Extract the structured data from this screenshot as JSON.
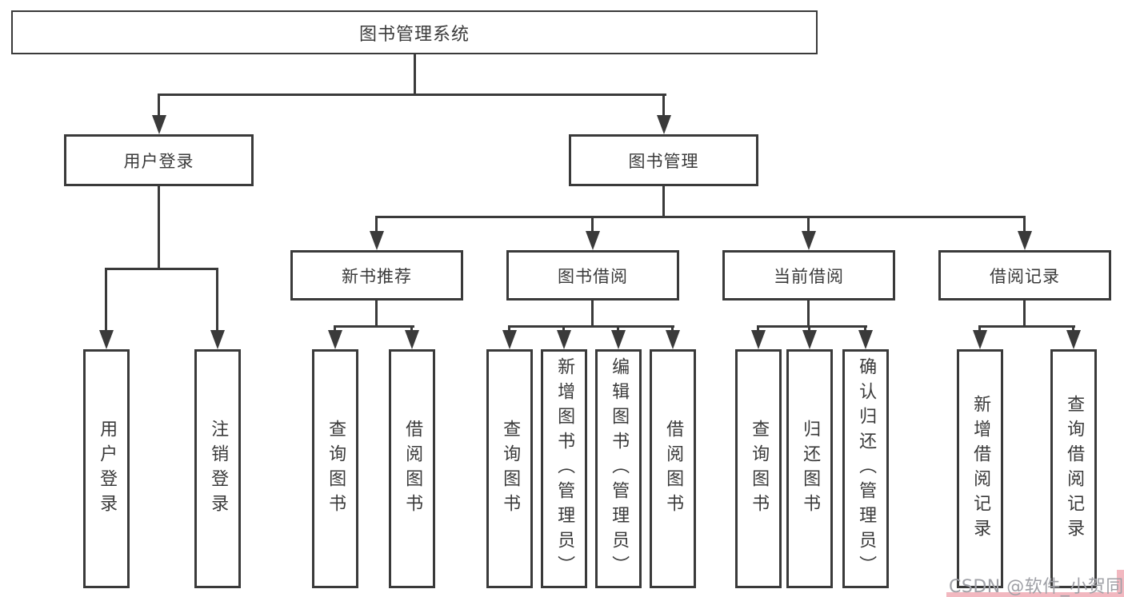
{
  "colors": {
    "line": "#3a3a3a",
    "box_border": "#3a3a3a",
    "text": "#3a3a3a",
    "background": "#ffffff",
    "watermark_text": "#9fa0a6",
    "watermark_pink": "#f2b8c0"
  },
  "tree": {
    "root": {
      "label": "图书管理系统",
      "children": [
        {
          "label": "用户登录",
          "children": [
            {
              "label": "用户登录"
            },
            {
              "label": "注销登录"
            }
          ]
        },
        {
          "label": "图书管理",
          "children": [
            {
              "label": "新书推荐",
              "children": [
                {
                  "label": "查询图书"
                },
                {
                  "label": "借阅图书"
                }
              ]
            },
            {
              "label": "图书借阅",
              "children": [
                {
                  "label": "查询图书"
                },
                {
                  "label": "新增图书（管理员）"
                },
                {
                  "label": "编辑图书（管理员）"
                },
                {
                  "label": "借阅图书"
                }
              ]
            },
            {
              "label": "当前借阅",
              "children": [
                {
                  "label": "查询图书"
                },
                {
                  "label": "归还图书"
                },
                {
                  "label": "确认归还（管理员）"
                }
              ]
            },
            {
              "label": "借阅记录",
              "children": [
                {
                  "label": "新增借阅记录"
                },
                {
                  "label": "查询借阅记录"
                }
              ]
            }
          ]
        }
      ]
    }
  },
  "watermark": {
    "text": "CSDN @软件_小贺同学"
  }
}
